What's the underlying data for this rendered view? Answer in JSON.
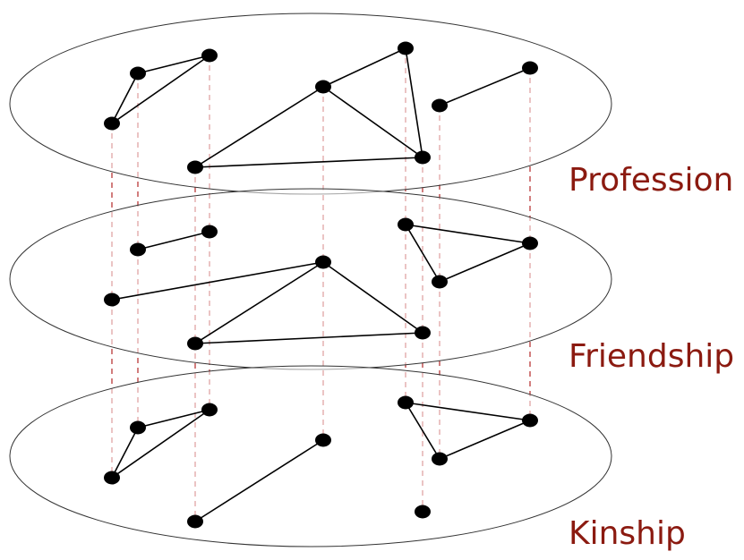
{
  "colors": {
    "label": "#8B1A10",
    "interlayer_link": "#B22222",
    "edge": "#000000",
    "node": "#000000",
    "plane_outline": "#333333"
  },
  "layers": [
    {
      "id": "profession",
      "label": "Profession",
      "edges": [
        [
          "A",
          "B"
        ],
        [
          "A",
          "C"
        ],
        [
          "B",
          "C"
        ],
        [
          "D",
          "E"
        ],
        [
          "E",
          "F"
        ],
        [
          "E",
          "G"
        ],
        [
          "F",
          "G"
        ],
        [
          "D",
          "G"
        ],
        [
          "H",
          "I"
        ]
      ]
    },
    {
      "id": "friendship",
      "label": "Friendship",
      "edges": [
        [
          "B",
          "C"
        ],
        [
          "A",
          "E"
        ],
        [
          "D",
          "E"
        ],
        [
          "E",
          "G"
        ],
        [
          "D",
          "G"
        ],
        [
          "F",
          "H"
        ],
        [
          "F",
          "I"
        ],
        [
          "H",
          "I"
        ]
      ]
    },
    {
      "id": "kinship",
      "label": "Kinship",
      "edges": [
        [
          "A",
          "B"
        ],
        [
          "A",
          "C"
        ],
        [
          "B",
          "C"
        ],
        [
          "D",
          "E"
        ],
        [
          "F",
          "H"
        ],
        [
          "F",
          "I"
        ],
        [
          "H",
          "I"
        ]
      ]
    }
  ]
}
